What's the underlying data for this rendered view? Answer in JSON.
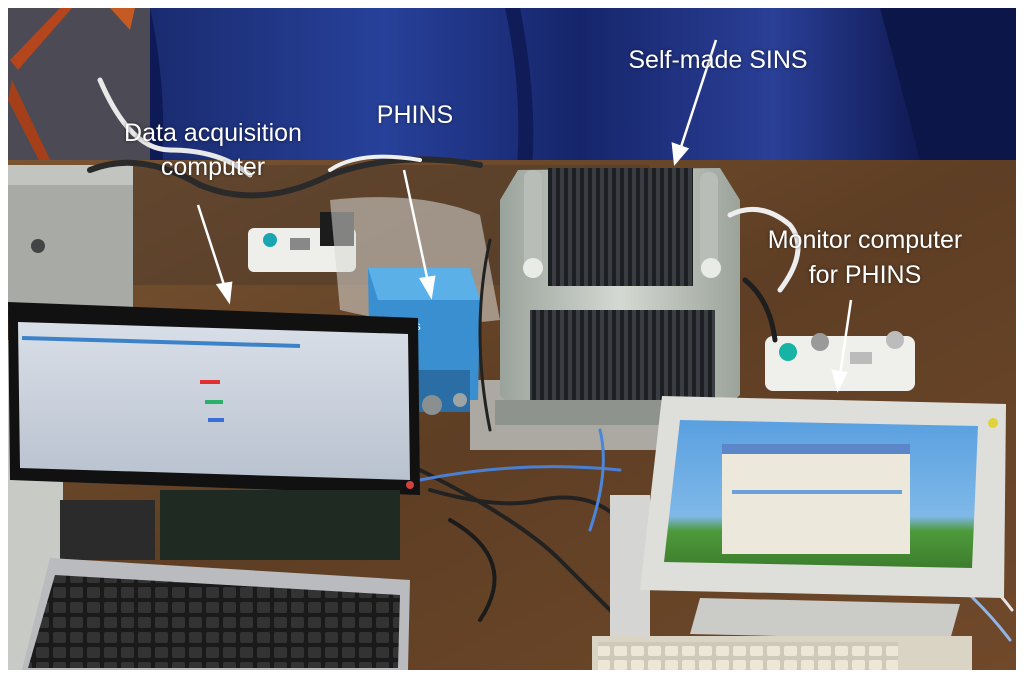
{
  "labels": {
    "data_acquisition": [
      "Data acquisition",
      "computer"
    ],
    "phins": "PHINS",
    "self_made_sins": "Self-made SINS",
    "monitor_computer": [
      "Monitor computer",
      "for PHINS"
    ]
  },
  "colors": {
    "label_text": "#ffffff",
    "curtain": "#1b2f7a",
    "desk": "#6b4a2e",
    "phins_unit": "#3a8fd0",
    "sins_frame": "#c9cfc8"
  },
  "icons": [
    "arrow-icon"
  ]
}
